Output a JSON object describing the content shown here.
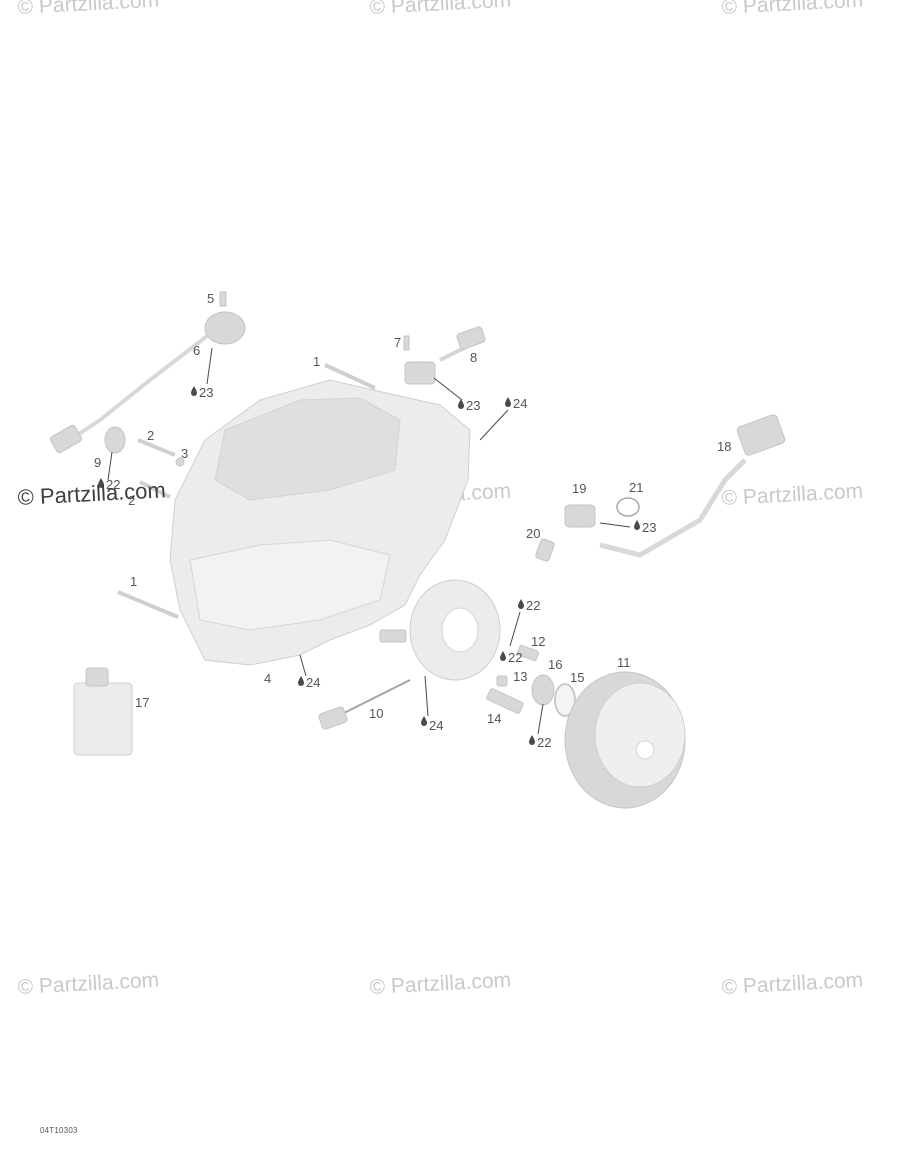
{
  "watermark": {
    "text": "Partzilla.com",
    "symbol": "©"
  },
  "reference_code": "04T10303",
  "callouts": [
    {
      "id": "c5",
      "label": "5"
    },
    {
      "id": "c6",
      "label": "6"
    },
    {
      "id": "c6-23",
      "label": "23",
      "drop": true
    },
    {
      "id": "c7",
      "label": "7"
    },
    {
      "id": "c8",
      "label": "8"
    },
    {
      "id": "c1a",
      "label": "1"
    },
    {
      "id": "c8-23",
      "label": "23",
      "drop": true
    },
    {
      "id": "c24a",
      "label": "24",
      "drop": true
    },
    {
      "id": "c2a",
      "label": "2"
    },
    {
      "id": "c3",
      "label": "3"
    },
    {
      "id": "c9",
      "label": "9"
    },
    {
      "id": "c9-22",
      "label": "22",
      "drop": true
    },
    {
      "id": "c2b",
      "label": "2"
    },
    {
      "id": "c18",
      "label": "18"
    },
    {
      "id": "c19",
      "label": "19"
    },
    {
      "id": "c21",
      "label": "21"
    },
    {
      "id": "c21-23",
      "label": "23",
      "drop": true
    },
    {
      "id": "c20",
      "label": "20"
    },
    {
      "id": "c1b",
      "label": "1"
    },
    {
      "id": "c22a",
      "label": "22",
      "drop": true
    },
    {
      "id": "c12",
      "label": "12"
    },
    {
      "id": "c22b",
      "label": "22",
      "drop": true
    },
    {
      "id": "c11",
      "label": "11"
    },
    {
      "id": "c16",
      "label": "16"
    },
    {
      "id": "c13",
      "label": "13"
    },
    {
      "id": "c15",
      "label": "15"
    },
    {
      "id": "c4",
      "label": "4"
    },
    {
      "id": "c4-24",
      "label": "24",
      "drop": true
    },
    {
      "id": "c17",
      "label": "17"
    },
    {
      "id": "c10",
      "label": "10"
    },
    {
      "id": "c10-24",
      "label": "24",
      "drop": true
    },
    {
      "id": "c14",
      "label": "14"
    },
    {
      "id": "c22c",
      "label": "22",
      "drop": true
    }
  ]
}
